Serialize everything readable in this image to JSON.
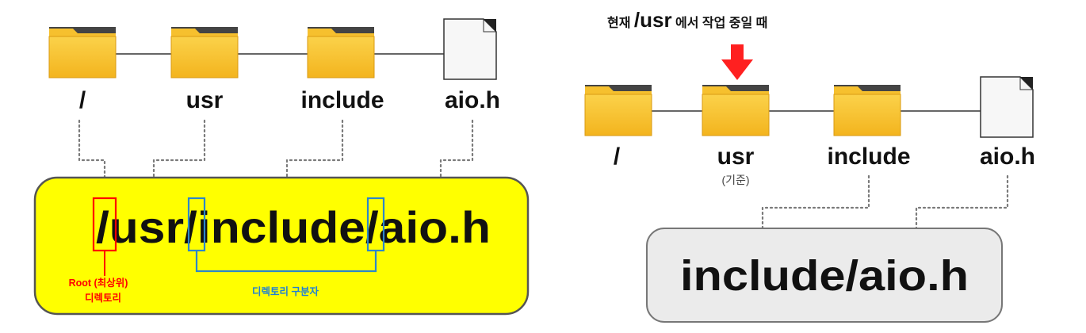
{
  "left_panel": {
    "nodes": [
      {
        "label": "/",
        "kind": "folder"
      },
      {
        "label": "usr",
        "kind": "folder"
      },
      {
        "label": "include",
        "kind": "folder"
      },
      {
        "label": "aio.h",
        "kind": "file"
      }
    ],
    "path_parts": [
      "/",
      "usr",
      "/",
      "include",
      "/",
      "aio.h"
    ],
    "root_annotation": [
      "Root (최상위)",
      "디렉토리"
    ],
    "separator_annotation": "디렉토리 구분자",
    "box_color": "#ffff00",
    "root_color": "#ff0000",
    "separator_color": "#1e90ff"
  },
  "right_panel": {
    "caption_pre": "현재 ",
    "caption_dir": "/usr",
    "caption_post": " 에서 작업 중일 때",
    "nodes": [
      {
        "label": "/",
        "kind": "folder"
      },
      {
        "label": "usr",
        "kind": "folder"
      },
      {
        "label": "include",
        "kind": "folder"
      },
      {
        "label": "aio.h",
        "kind": "file"
      }
    ],
    "base_note": "(기준)",
    "relative_path": "include/aio.h",
    "arrow_color": "#ff2020",
    "box_color": "#ebebeb"
  }
}
